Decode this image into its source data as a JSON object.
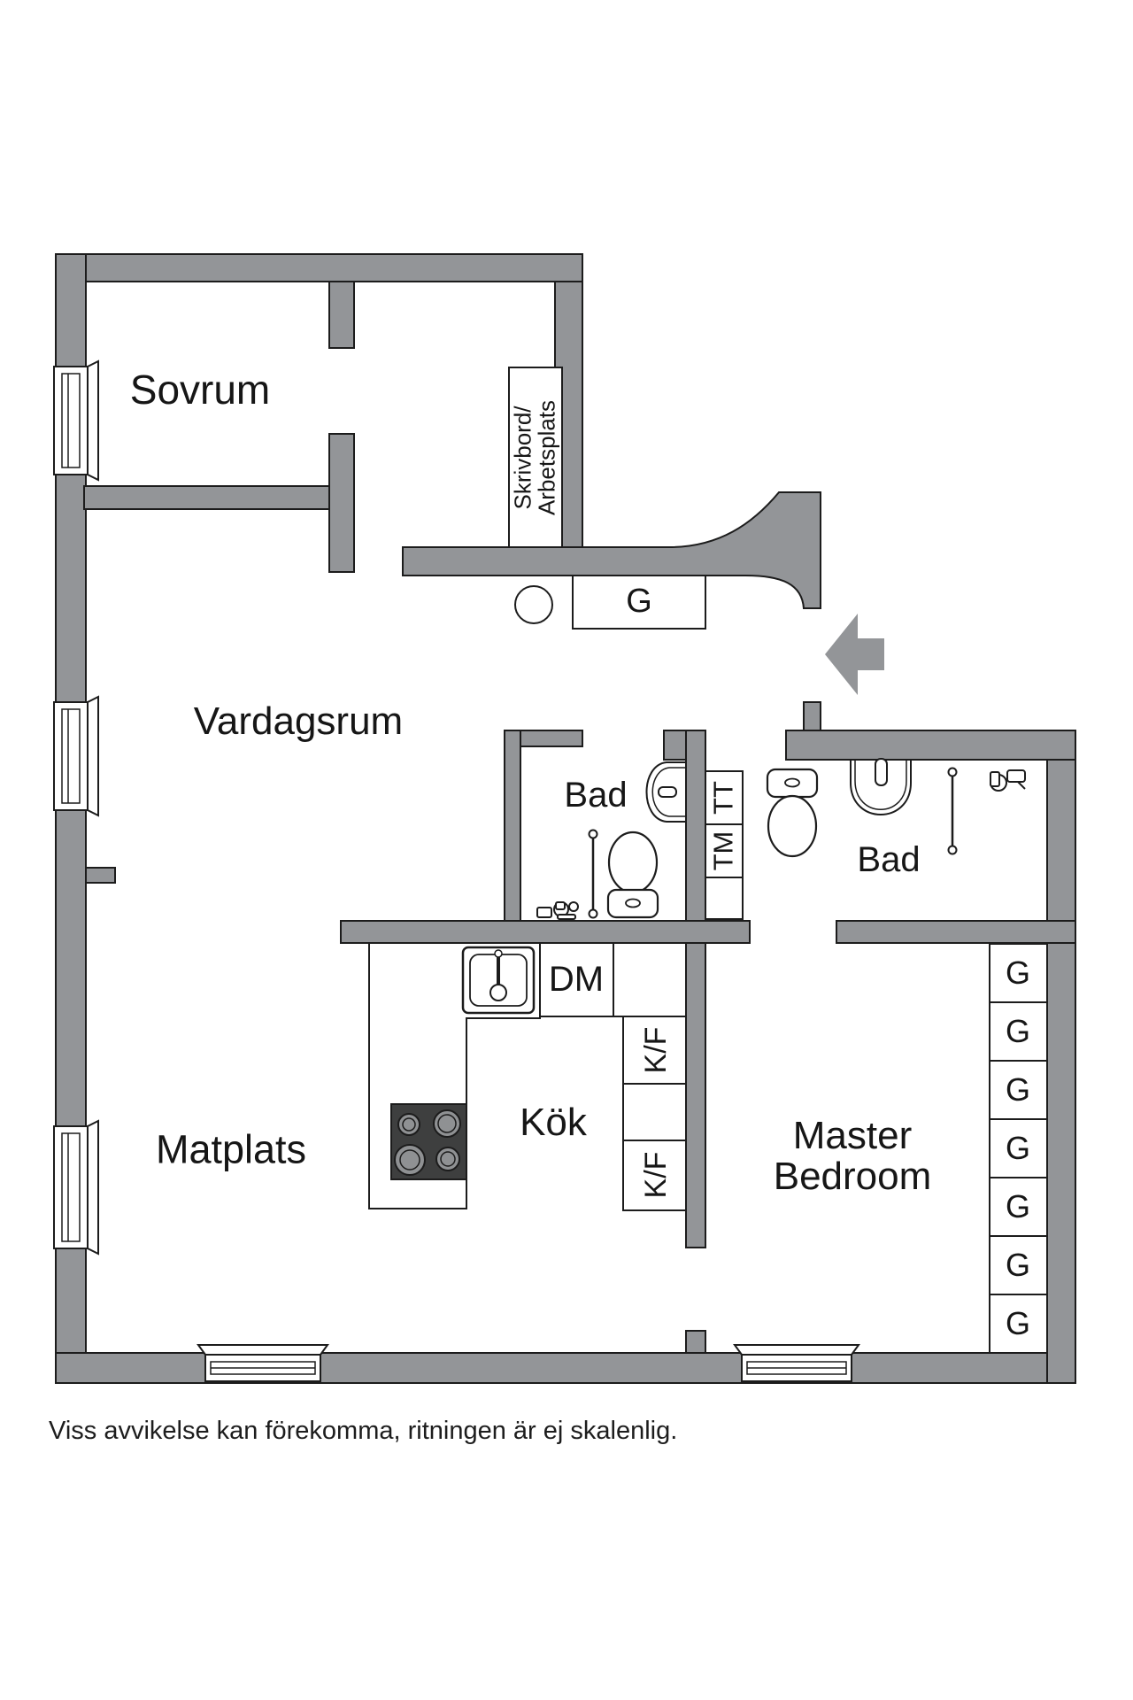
{
  "palette": {
    "wall_fill": "#939598",
    "outline": "#1c1c1c",
    "stove_fill": "#3e3f3f",
    "burner_fill": "#8f9193",
    "paper": "#ffffff",
    "text": "#161616"
  },
  "rooms": {
    "sovrum": {
      "label": "Sovrum"
    },
    "vardagsrum": {
      "label": "Vardagsrum"
    },
    "bad1": {
      "label": "Bad"
    },
    "bad2": {
      "label": "Bad"
    },
    "kok": {
      "label": "Kök"
    },
    "matplats": {
      "label": "Matplats"
    },
    "master": {
      "line1": "Master",
      "line2": "Bedroom"
    }
  },
  "fixtures": {
    "desk": {
      "line1": "Skrivbord/",
      "line2": "Arbetsplats"
    },
    "hall_closet": {
      "label": "G"
    },
    "dishwasher": {
      "label": "DM"
    },
    "kf_upper": {
      "label": "K/F"
    },
    "kf_lower": {
      "label": "K/F"
    },
    "dryer": {
      "label": "TT"
    },
    "washer": {
      "label": "TM"
    },
    "wardrobes": {
      "labels": [
        "G",
        "G",
        "G",
        "G",
        "G",
        "G",
        "G"
      ]
    }
  },
  "footer": {
    "disclaimer": "Viss avvikelse kan förekomma, ritningen är ej skalenlig."
  }
}
